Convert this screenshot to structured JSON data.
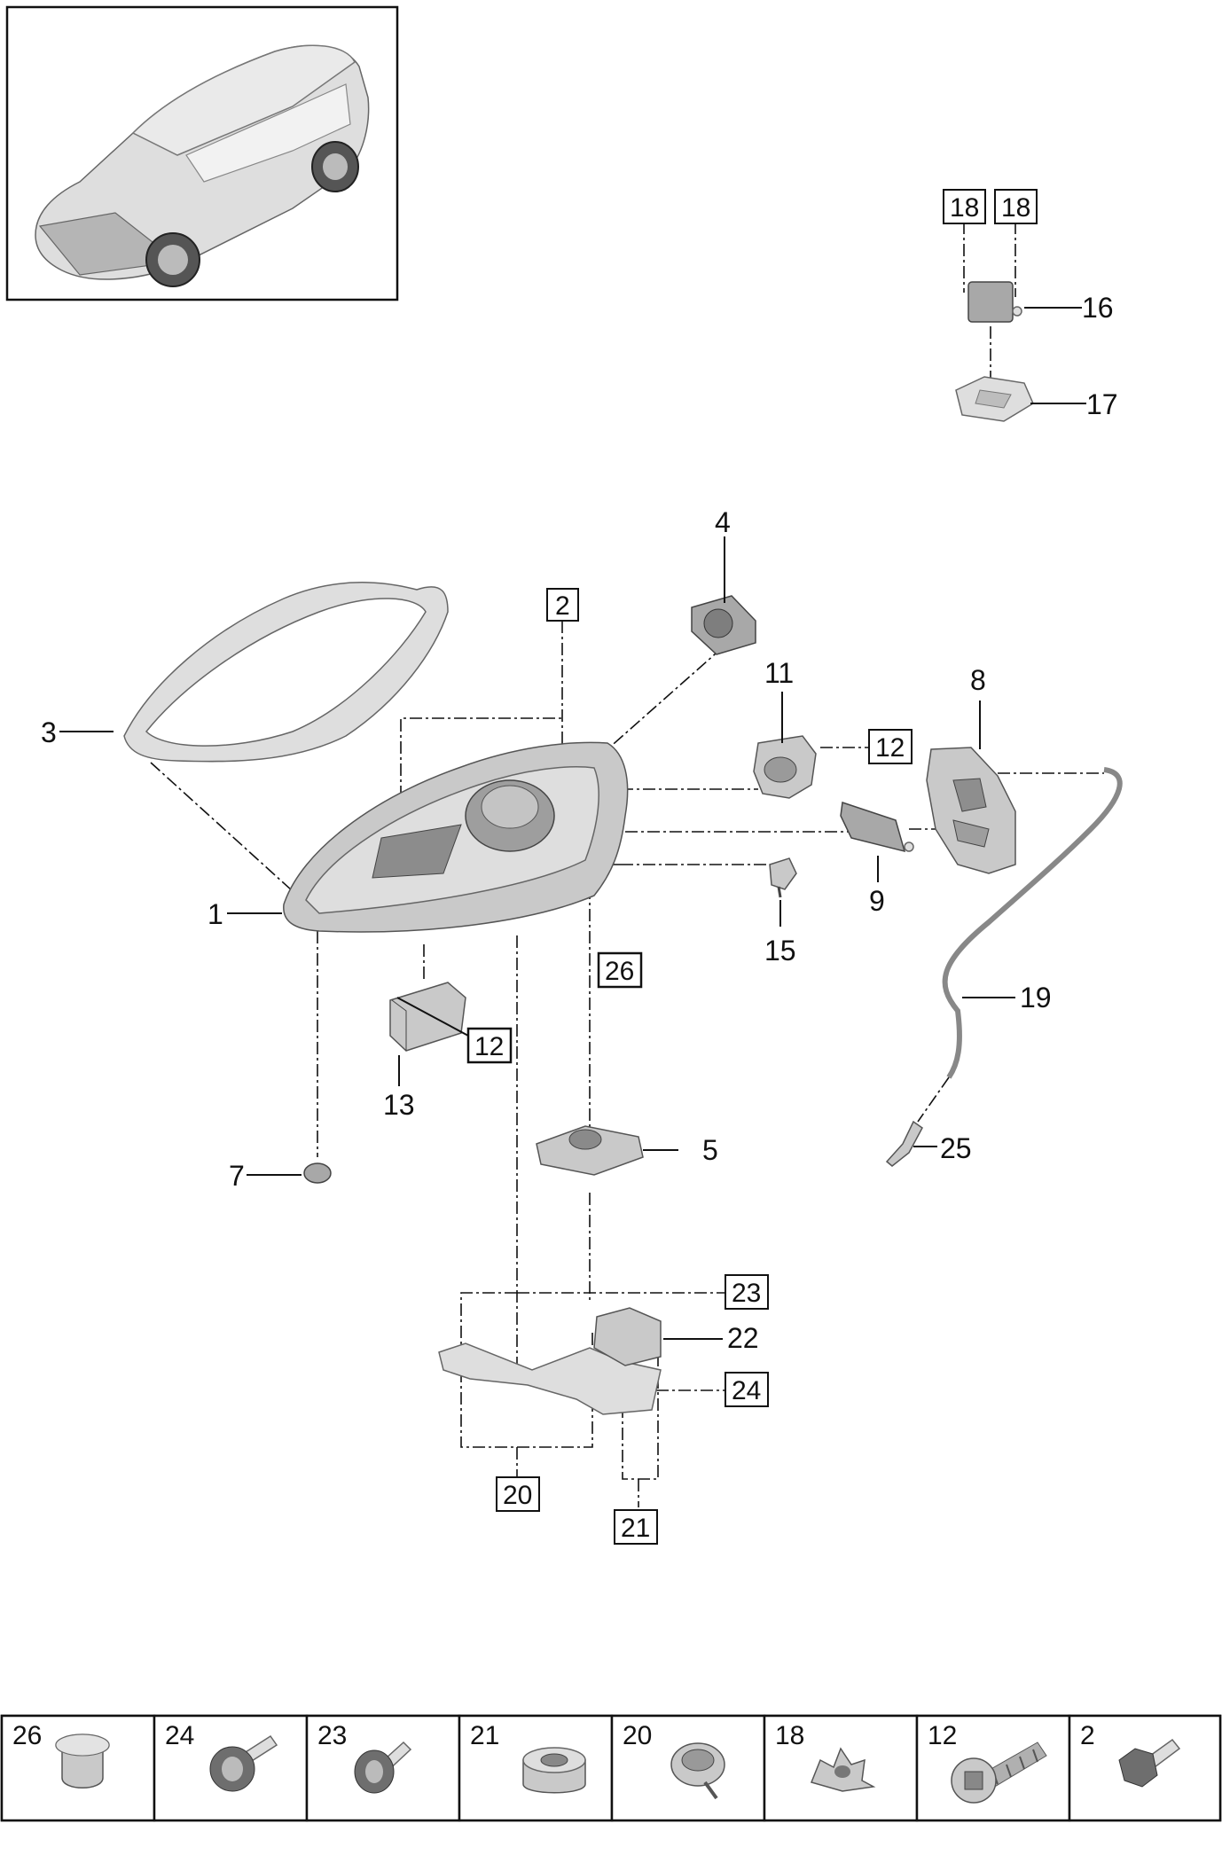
{
  "callouts": [
    {
      "id": "c1",
      "text": "1"
    },
    {
      "id": "c3",
      "text": "3"
    },
    {
      "id": "c4",
      "text": "4"
    },
    {
      "id": "c5",
      "text": "5"
    },
    {
      "id": "c7",
      "text": "7"
    },
    {
      "id": "c8",
      "text": "8"
    },
    {
      "id": "c9",
      "text": "9"
    },
    {
      "id": "c11",
      "text": "11"
    },
    {
      "id": "c13",
      "text": "13"
    },
    {
      "id": "c15",
      "text": "15"
    },
    {
      "id": "c16",
      "text": "16"
    },
    {
      "id": "c17",
      "text": "17"
    },
    {
      "id": "c19",
      "text": "19"
    },
    {
      "id": "c22",
      "text": "22"
    },
    {
      "id": "c25",
      "text": "25"
    }
  ],
  "boxed_callouts": [
    {
      "id": "b18a",
      "text": "18"
    },
    {
      "id": "b18b",
      "text": "18"
    },
    {
      "id": "b2",
      "text": "2"
    },
    {
      "id": "b12a",
      "text": "12"
    },
    {
      "id": "b12b",
      "text": "12"
    },
    {
      "id": "b26",
      "text": "26"
    },
    {
      "id": "b23",
      "text": "23"
    },
    {
      "id": "b24",
      "text": "24"
    },
    {
      "id": "b20",
      "text": "20"
    },
    {
      "id": "b21",
      "text": "21"
    }
  ],
  "fastener_strip": [
    {
      "number": "26",
      "icon": "plug-cap-icon"
    },
    {
      "number": "24",
      "icon": "bolt-washer-icon"
    },
    {
      "number": "23",
      "icon": "bolt-washer-icon"
    },
    {
      "number": "21",
      "icon": "grommet-icon"
    },
    {
      "number": "20",
      "icon": "clip-nut-icon"
    },
    {
      "number": "18",
      "icon": "star-nut-icon"
    },
    {
      "number": "12",
      "icon": "self-tapping-screw-icon"
    },
    {
      "number": "2",
      "icon": "hex-bolt-icon"
    }
  ]
}
